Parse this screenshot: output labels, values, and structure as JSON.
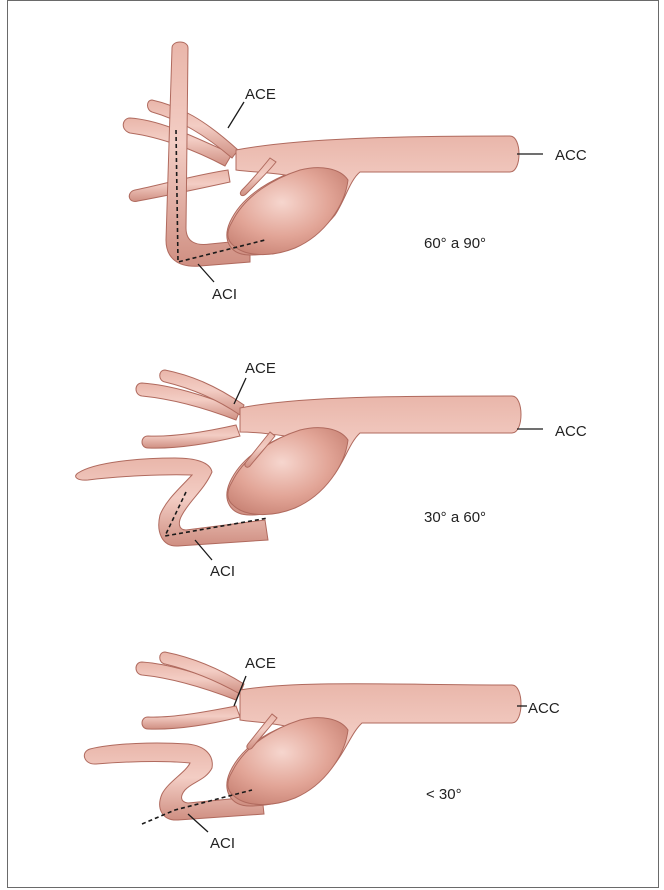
{
  "colors": {
    "vessel_fill": "#dfa093",
    "vessel_stroke": "#b06a5e",
    "vessel_highlight": "#f4cfc6",
    "frame": "#6a6a6a"
  },
  "panels": [
    {
      "ace_label": "ACE",
      "acc_label": "ACC",
      "aci_label": "ACI",
      "angle_label": "60° a 90°"
    },
    {
      "ace_label": "ACE",
      "acc_label": "ACC",
      "aci_label": "ACI",
      "angle_label": "30° a 60°"
    },
    {
      "ace_label": "ACE",
      "acc_label": "ACC",
      "aci_label": "ACI",
      "angle_label": "< 30°"
    }
  ]
}
